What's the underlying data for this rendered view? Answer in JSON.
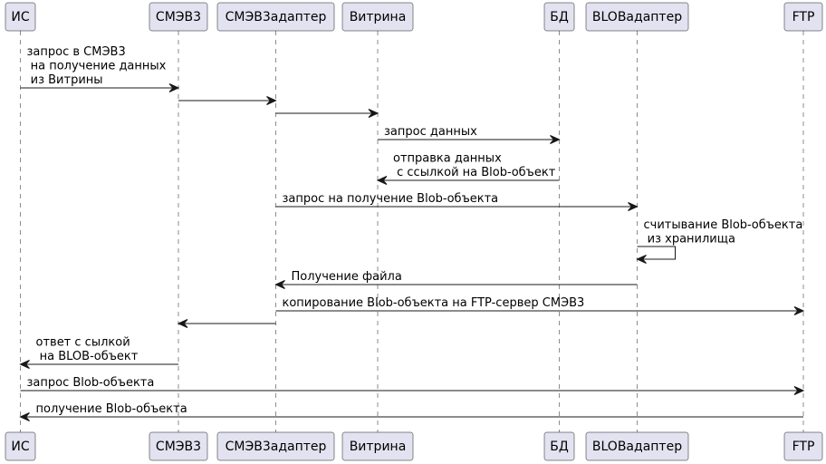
{
  "participants": [
    {
      "id": "is",
      "label": "ИС"
    },
    {
      "id": "smev",
      "label": "СМЭВ3"
    },
    {
      "id": "adapter",
      "label": "СМЭВ3адаптер"
    },
    {
      "id": "vitrina",
      "label": "Витрина"
    },
    {
      "id": "db",
      "label": "БД"
    },
    {
      "id": "blob",
      "label": "BLOBадаптер"
    },
    {
      "id": "ftp",
      "label": "FTP"
    }
  ],
  "messages": [
    {
      "from": "is",
      "to": "smev",
      "lines": [
        "запрос в СМЭВ3",
        " на получение данных",
        " из Витрины"
      ]
    },
    {
      "from": "smev",
      "to": "adapter",
      "lines": []
    },
    {
      "from": "adapter",
      "to": "vitrina",
      "lines": []
    },
    {
      "from": "vitrina",
      "to": "db",
      "lines": [
        "запрос данных"
      ]
    },
    {
      "from": "db",
      "to": "vitrina",
      "lines": [
        "отправка данных",
        " с ссылкой на Blob-объект"
      ]
    },
    {
      "from": "adapter",
      "to": "blob",
      "lines": [
        "запрос на получение Blob-объекта"
      ]
    },
    {
      "from": "blob",
      "to": "blob",
      "lines": [
        "считывание Blob-объекта",
        " из хранилища"
      ]
    },
    {
      "from": "blob",
      "to": "adapter",
      "lines": [
        "Получение файла"
      ]
    },
    {
      "from": "adapter",
      "to": "ftp",
      "lines": [
        "копирование Blob-объекта на FTP-сервер СМЭВ3"
      ]
    },
    {
      "from": "adapter",
      "to": "smev",
      "lines": []
    },
    {
      "from": "smev",
      "to": "is",
      "lines": [
        "ответ с сылкой",
        " на BLOB-объект"
      ]
    },
    {
      "from": "is",
      "to": "ftp",
      "lines": [
        "запрос Blob-объекта"
      ]
    },
    {
      "from": "ftp",
      "to": "is",
      "lines": [
        "получение Blob-объекта"
      ]
    }
  ]
}
